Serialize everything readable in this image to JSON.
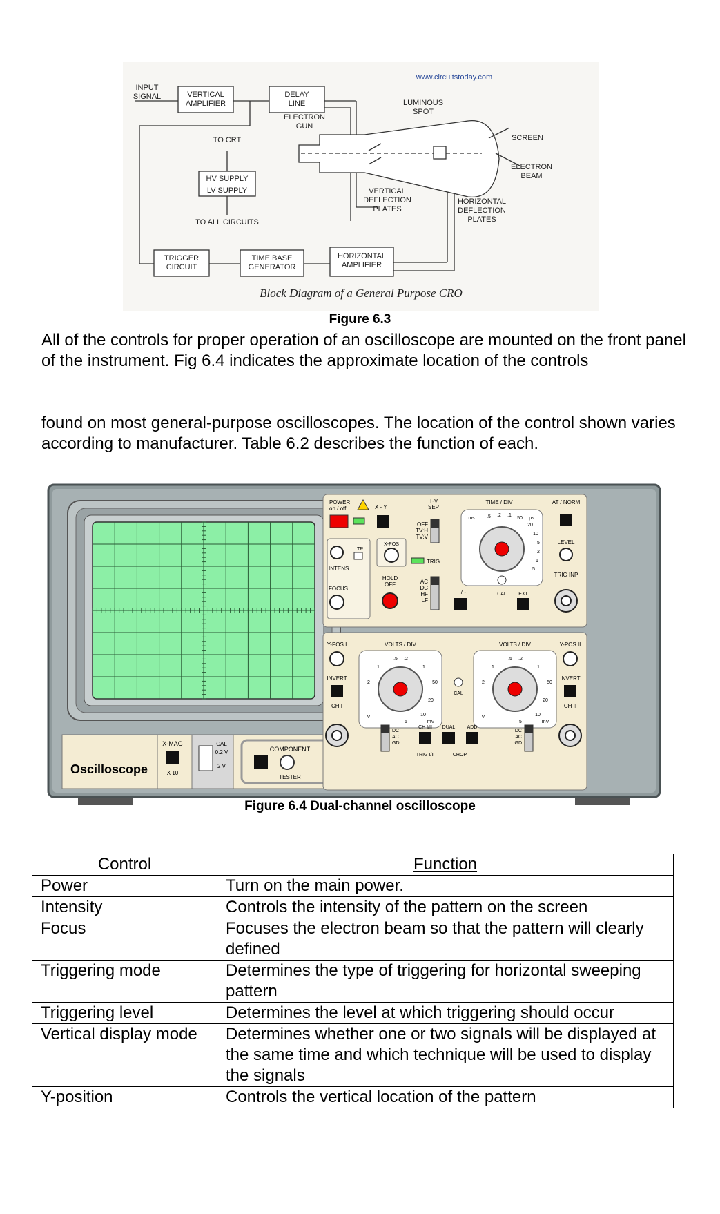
{
  "block_diagram": {
    "website": "www.circuitstoday.com",
    "input_signal": [
      "INPUT",
      "SIGNAL"
    ],
    "vertical_amplifier": [
      "VERTICAL",
      "AMPLIFIER"
    ],
    "delay_line": [
      "DELAY",
      "LINE"
    ],
    "luminous_spot": [
      "LUMINOUS",
      "SPOT"
    ],
    "electron_gun": [
      "ELECTRON",
      "GUN"
    ],
    "screen": "SCREEN",
    "to_crt": "TO CRT",
    "hv_supply": "HV SUPPLY",
    "lv_supply": "LV SUPPLY",
    "to_all_circuits": "TO ALL CIRCUITS",
    "electron_beam": [
      "ELECTRON",
      "BEAM"
    ],
    "vertical_deflection_plates": [
      "VERTICAL",
      "DEFLECTION",
      "PLATES"
    ],
    "horizontal_deflection_plates": [
      "HORIZONTAL",
      "DEFLECTION",
      "PLATES"
    ],
    "trigger_circuit": [
      "TRIGGER",
      "CIRCUIT"
    ],
    "time_base_generator": [
      "TIME BASE",
      "GENERATOR"
    ],
    "horizontal_amplifier": [
      "HORIZONTAL",
      "AMPLIFIER"
    ],
    "title": "Block Diagram of a General Purpose CRO"
  },
  "figure_6_3_caption": "Figure 6.3",
  "paragraph_1": "All of the controls for proper operation of an oscilloscope are mounted on the front panel of the instrument. Fig 6.4 indicates the approximate location of the controls",
  "paragraph_2": "found on most general-purpose oscilloscopes. The location of the control shown varies according to manufacturer. Table 6.2 describes the function of each.",
  "oscilloscope": {
    "brand": "Oscilloscope",
    "power": [
      "POWER",
      "on / off"
    ],
    "xy": "X - Y",
    "tv_sep": [
      "T-V",
      "SEP"
    ],
    "tv_modes": [
      "OFF",
      "TV:H",
      "TV:V"
    ],
    "time_div": "TIME / DIV",
    "at_norm": "AT / NORM",
    "tr": "TR",
    "x_pos": "X-POS",
    "intens": "INTENS",
    "focus": "FOCUS",
    "hold_off": [
      "HOLD",
      "OFF"
    ],
    "trig": "TRIG",
    "coupling": [
      "AC",
      "DC",
      "HF",
      "LF"
    ],
    "plus_minus": "+ / -",
    "cal": "CAL",
    "ext": "EXT",
    "level": "LEVEL",
    "trig_inp": "TRIG INP",
    "y_pos_1": "Y-POS I",
    "y_pos_2": "Y-POS II",
    "volts_div": "VOLTS / DIV",
    "invert": "INVERT",
    "ch1": "CH I",
    "ch2": "CH II",
    "x_mag": "X-MAG",
    "x10": "X 10",
    "cal_02v": [
      "CAL",
      "0.2 V",
      "2 V"
    ],
    "component": "COMPONENT",
    "tester": "TESTER",
    "ch_modes": [
      "CH I/II",
      "DUAL",
      "ADD"
    ],
    "trig_i_ii": "TRIG I/II",
    "chop": "CHOP",
    "dc_ac_gd": [
      "DC",
      "AC",
      "GD"
    ],
    "time_scale": [
      "ms",
      "μs",
      ".5",
      ".2",
      ".1",
      "50",
      "20",
      "10",
      "5",
      "2",
      "1",
      ".5"
    ],
    "volt_scale": [
      "1",
      ".5",
      ".2",
      ".1",
      "50",
      "20",
      "10",
      "5",
      "2",
      "V",
      "mV"
    ]
  },
  "figure_6_4_caption": "Figure 6.4 Dual-channel oscilloscope",
  "table": {
    "headers": [
      "Control",
      "Function"
    ],
    "rows": [
      [
        "Power",
        "Turn on the main power."
      ],
      [
        "Intensity",
        "Controls the intensity of the pattern on the screen"
      ],
      [
        "Focus",
        "Focuses the electron beam so that the pattern will clearly defined"
      ],
      [
        "Triggering mode",
        "Determines the type of triggering for horizontal sweeping pattern"
      ],
      [
        "Triggering level",
        "Determines the level at which triggering should occur"
      ],
      [
        "Vertical display mode",
        "Determines whether one or two signals will be displayed at the same time and which technique will be used to display the signals"
      ],
      [
        "Y-position",
        "Controls the vertical location of the pattern"
      ]
    ]
  }
}
